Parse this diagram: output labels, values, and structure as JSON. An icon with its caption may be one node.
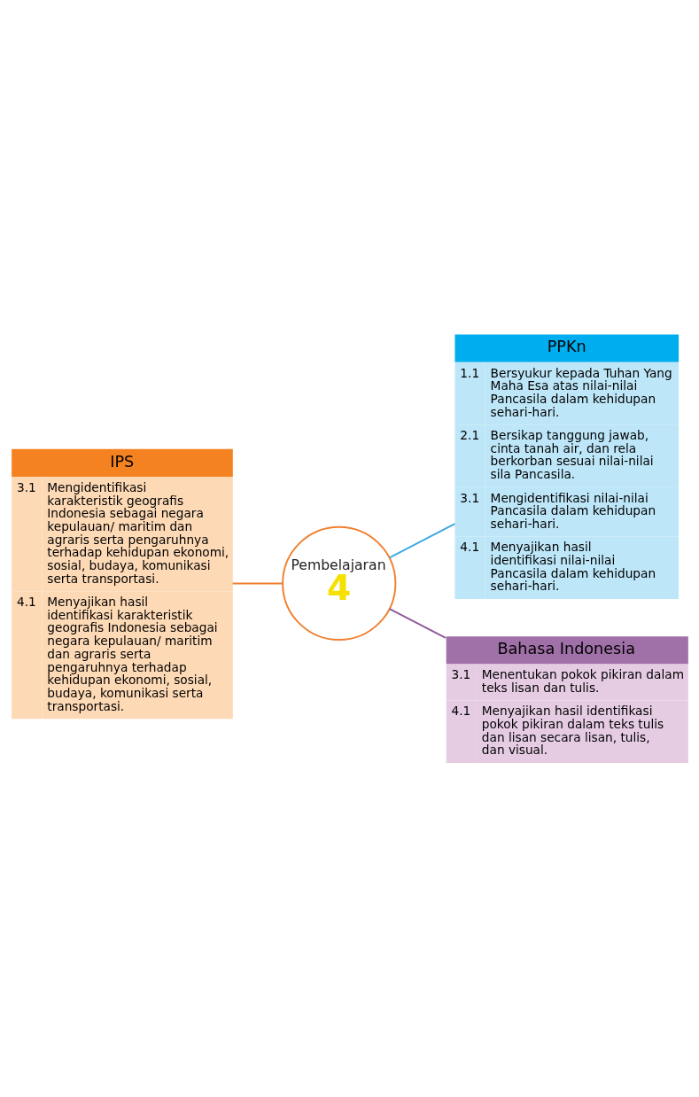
{
  "diagram": {
    "nodes": [
      {
        "text": [
          "PPKn",
          "1.1",
          "Bersyukur kepada Tuhan Yang Maha Esa atas nilai-nilai Pancasila dalam kehidupan sehari-hari.",
          "2.1",
          "Bersikap tanggung jawab, cinta tanah air, dan rela berkorban sesuai nilai-nilai sila Pancasila.",
          "3.1",
          "Mengidentifikasi nilai-nilai Pancasila dalam kehidupan sehari-hari.",
          "4.1",
          "Menyajikan hasil identifikasi nilai-nilai Pancasila dalam kehidupan sehari-hari."
        ]
      },
      {
        "text": [
          "IPS",
          "3.1",
          "Mengidentifikasi karakteristik geografis Indonesia sebagai negara kepulauan/ maritim dan agraris serta pengaruhnya terhadap kehidupan ekonomi, sosial, budaya, komunikasi serta transportasi.",
          "4.1",
          "Menyajikan hasil identifikasi karakteristik geografis Indonesia sebagai negara kepulauan/ maritim dan agraris serta pengaruhnya terhadap kehidupan ekonomi, sosial, budaya, komunikasi serta transportasi."
        ]
      },
      {
        "text": [
          "Pembelajaran",
          "4"
        ]
      },
      {
        "text": [
          "Bahasa Indonesia",
          "3.1",
          "Menentukan pokok pikiran dalam teks lisan dan tulis.",
          "4.1",
          "Menyajikan hasil identifikasi pokok pikiran dalam teks tulis dan lisan secara lisan, tulis, dan visual."
        ]
      }
    ],
    "edges": [
      {
        "from": 2,
        "to": 0,
        "arrow": "none",
        "color": "#3fa9e0"
      },
      {
        "from": 1,
        "to": 2,
        "arrow": "none",
        "color": "#f08030"
      },
      {
        "from": 2,
        "to": 3,
        "arrow": "none",
        "color": "#8e5a9a"
      }
    ]
  }
}
